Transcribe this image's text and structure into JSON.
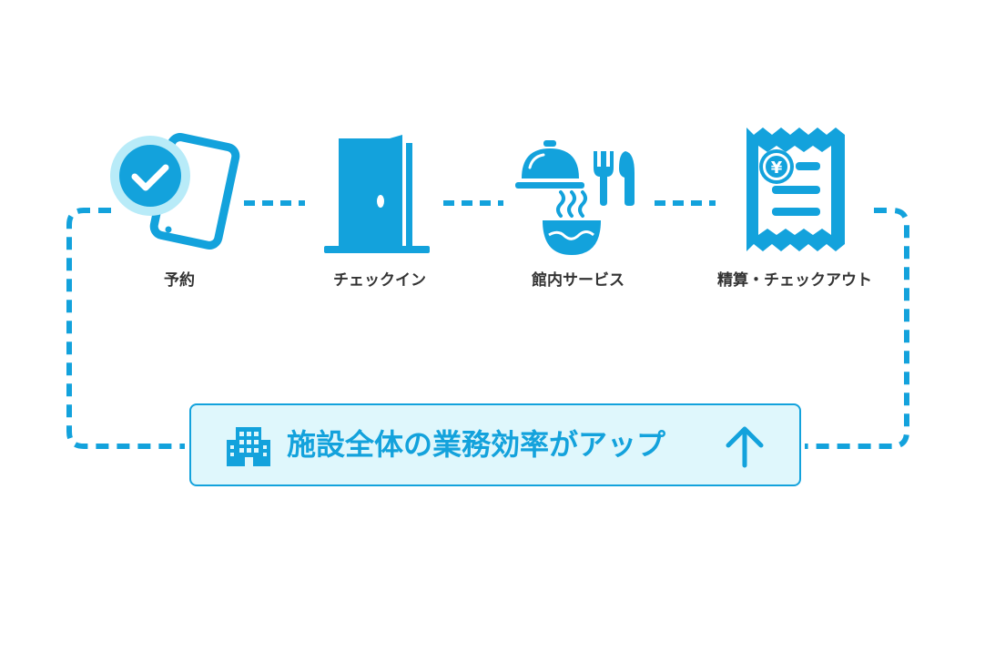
{
  "steps": [
    {
      "label": "予約",
      "icon": "smartphone-check-icon"
    },
    {
      "label": "チェックイン",
      "icon": "door-icon"
    },
    {
      "label": "館内サービス",
      "icon": "cloche-dining-icon"
    },
    {
      "label": "精算・チェックアウト",
      "icon": "receipt-yen-icon"
    }
  ],
  "banner": {
    "text": "施設全体の業務効率がアップ",
    "icon": "building-icon",
    "arrow_icon": "arrow-up-icon"
  },
  "receipt": {
    "currency_symbol": "¥"
  },
  "colors": {
    "primary": "#13a2dc",
    "banner_bg": "#dff7fc",
    "check_halo": "#b8ebf8",
    "label_text": "#333333"
  }
}
